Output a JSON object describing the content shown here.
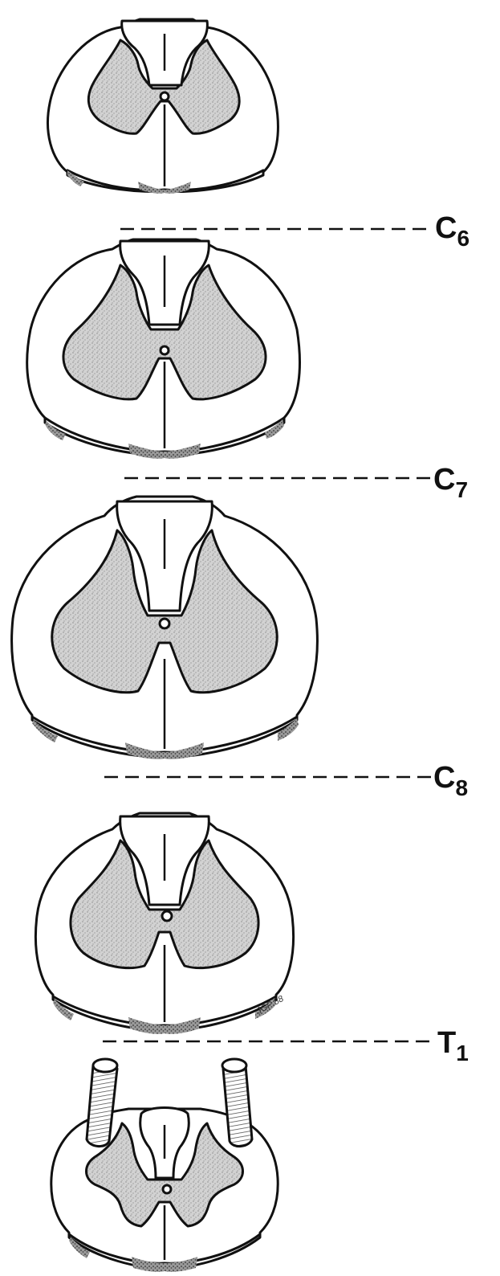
{
  "levels": [
    {
      "letter": "C",
      "number": "6"
    },
    {
      "letter": "C",
      "number": "7"
    },
    {
      "letter": "C",
      "number": "8"
    },
    {
      "letter": "T",
      "number": "1"
    }
  ],
  "signature": "JGP 88",
  "colors": {
    "ink": "#111111",
    "grey_matter": "#c8c8c8",
    "background": "#ffffff"
  }
}
